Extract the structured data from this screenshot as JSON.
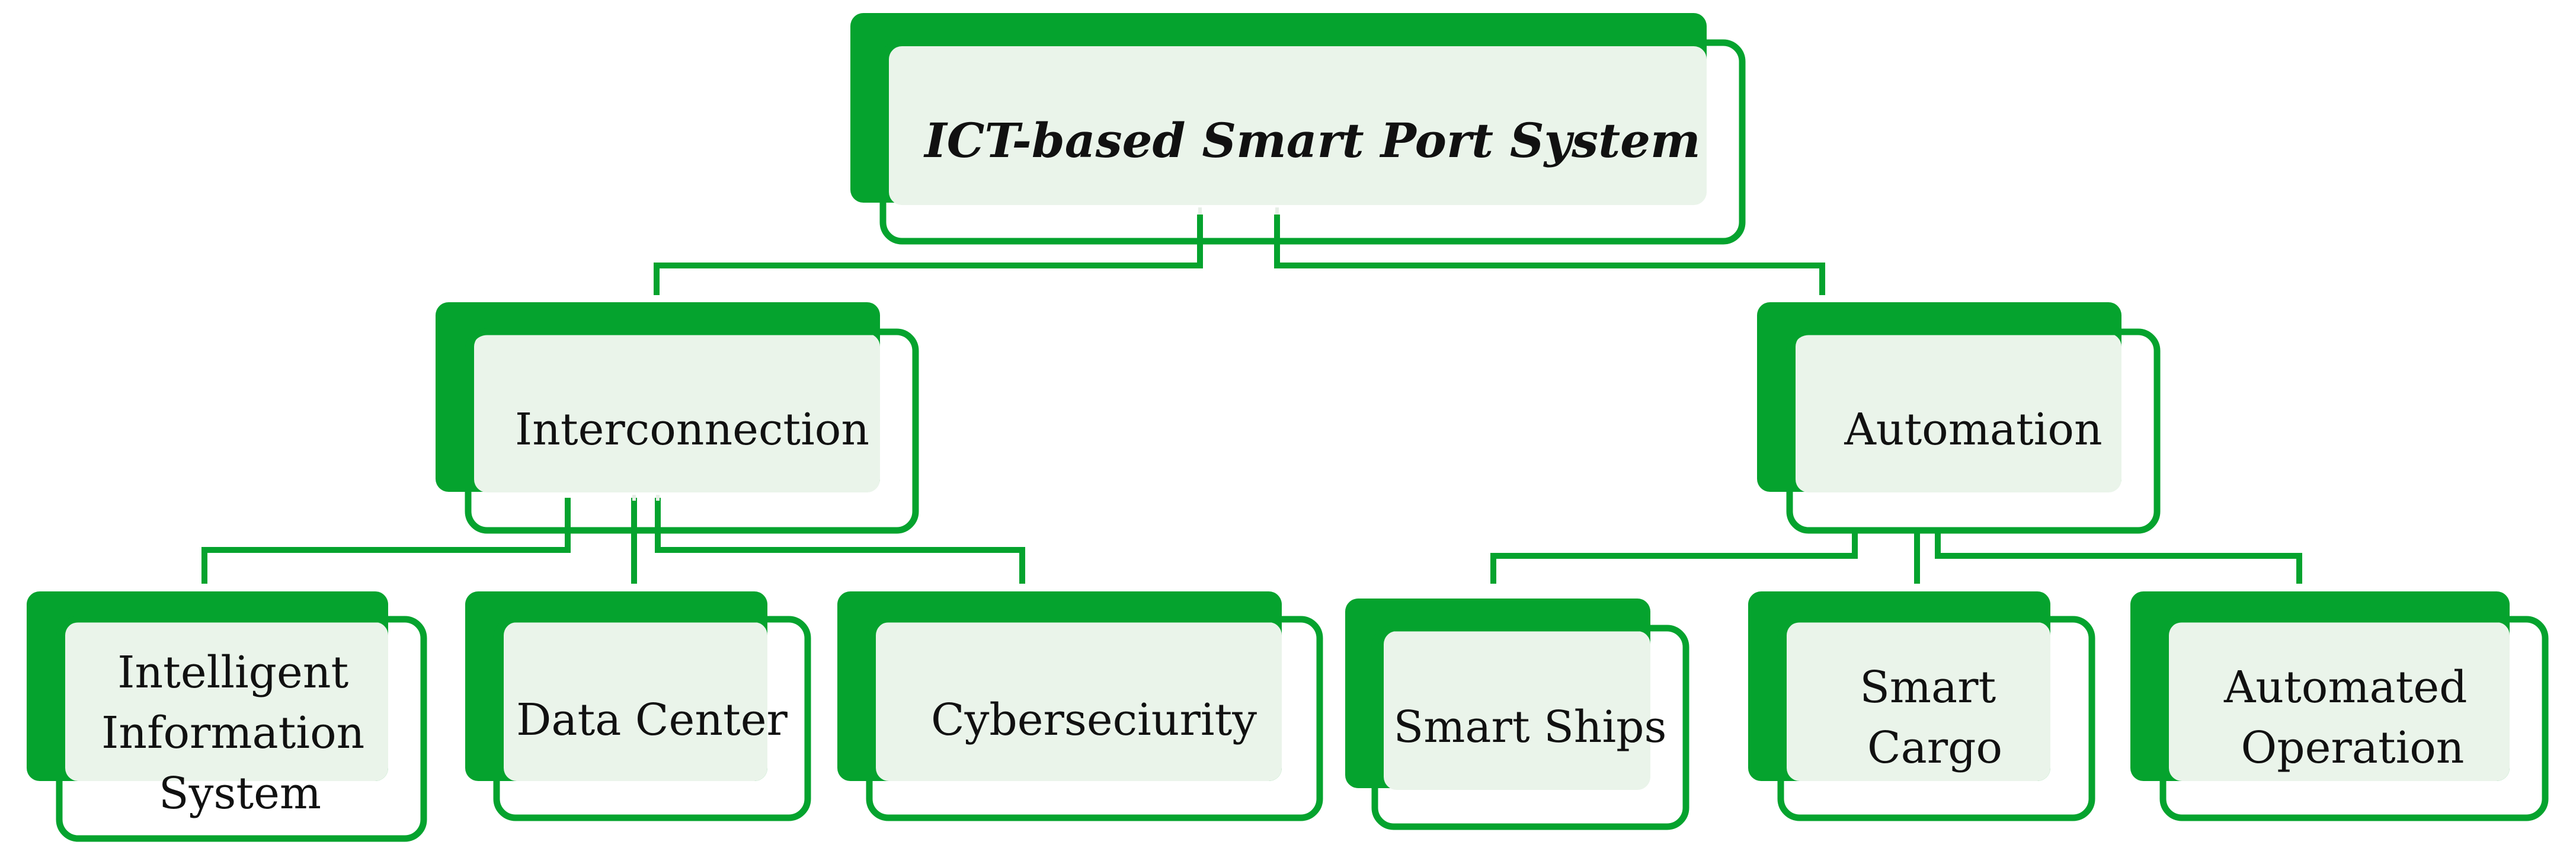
{
  "colors": {
    "accent": "#05a32e",
    "box_fill": "#eaf4ea",
    "text": "#111111"
  },
  "root": {
    "label": "ICT-based Smart Port System"
  },
  "branches": [
    {
      "label": "Interconnection",
      "children": [
        {
          "lines": [
            "Intelligent",
            "Information",
            "System"
          ]
        },
        {
          "lines": [
            "Data Center"
          ]
        },
        {
          "lines": [
            "Cyberseciurity"
          ]
        }
      ]
    },
    {
      "label": "Automation",
      "children": [
        {
          "lines": [
            "Smart Ships"
          ]
        },
        {
          "lines": [
            "Smart",
            "Cargo"
          ]
        },
        {
          "lines": [
            "Automated",
            "Operation"
          ]
        }
      ]
    }
  ]
}
